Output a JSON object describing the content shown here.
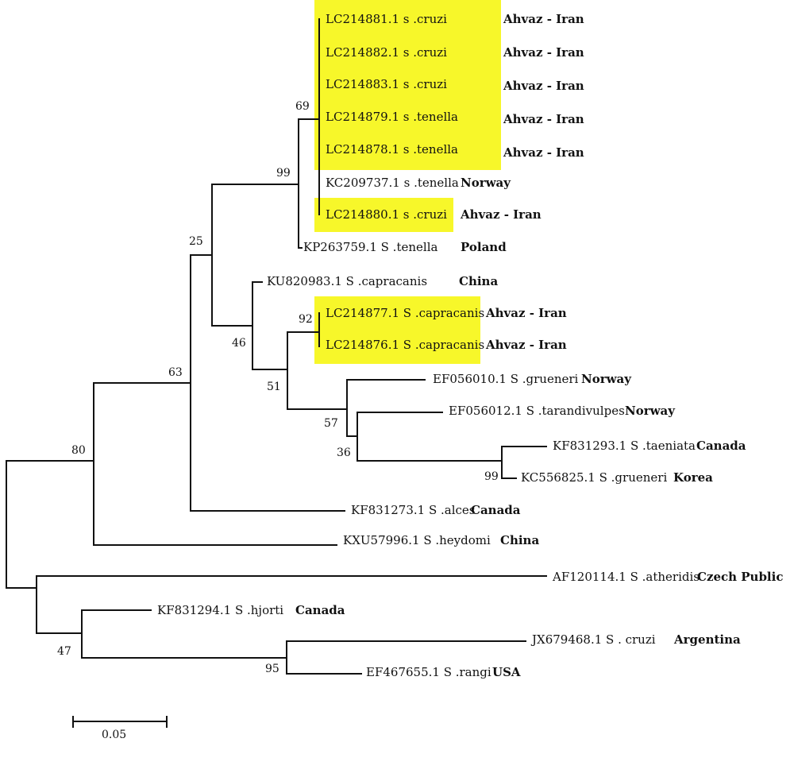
{
  "highlight_color": "#f7f72a",
  "line_color": "#111111",
  "leaves": [
    {
      "label": "LC214881.1 s .cruzi",
      "location": "Ahvaz - Iran",
      "highlighted": true
    },
    {
      "label": "LC214882.1 s .cruzi",
      "location": "Ahvaz - Iran",
      "highlighted": true
    },
    {
      "label": "LC214883.1 s .cruzi",
      "location": "Ahvaz - Iran",
      "highlighted": true
    },
    {
      "label": "LC214879.1 s .tenella",
      "location": "Ahvaz - Iran",
      "highlighted": true
    },
    {
      "label": "LC214878.1 s .tenella",
      "location": "Ahvaz - Iran",
      "highlighted": true
    },
    {
      "label": "KC209737.1 s .tenella",
      "location": "Norway",
      "highlighted": false
    },
    {
      "label": "LC214880.1 s .cruzi",
      "location": "Ahvaz - Iran",
      "highlighted": true
    },
    {
      "label": "KP263759.1 S .tenella",
      "location": "Poland",
      "highlighted": false
    },
    {
      "label": "KU820983.1 S .capracanis",
      "location": "China",
      "highlighted": false
    },
    {
      "label": "LC214877.1 S .capracanis",
      "location": "Ahvaz - Iran",
      "highlighted": true
    },
    {
      "label": "LC214876.1 S .capracanis",
      "location": "Ahvaz - Iran",
      "highlighted": true
    },
    {
      "label": "EF056010.1 S .grueneri",
      "location": "Norway",
      "highlighted": false
    },
    {
      "label": "EF056012.1 S .tarandivulpes",
      "location": "Norway",
      "highlighted": false
    },
    {
      "label": "KF831293.1 S .taeniata",
      "location": "Canada",
      "highlighted": false
    },
    {
      "label": "KC556825.1 S .grueneri",
      "location": "Korea",
      "highlighted": false
    },
    {
      "label": "KF831273.1 S .alces",
      "location": "Canada",
      "highlighted": false
    },
    {
      "label": "KXU57996.1 S .heydomi",
      "location": "China",
      "highlighted": false
    },
    {
      "label": "AF120114.1 S .atheridis",
      "location": "Czech Public",
      "highlighted": false
    },
    {
      "label": "KF831294.1 S .hjorti",
      "location": "Canada",
      "highlighted": false
    },
    {
      "label": "JX679468.1 S . cruzi",
      "location": "Argentina",
      "highlighted": false
    },
    {
      "label": "EF467655.1 S .rangi",
      "location": "USA",
      "highlighted": false
    }
  ],
  "bootstrap": [
    "69",
    "99",
    "25",
    "92",
    "46",
    "51",
    "57",
    "36",
    "99",
    "63",
    "80",
    "47",
    "95"
  ],
  "scale_bar": {
    "label": "0.05"
  }
}
